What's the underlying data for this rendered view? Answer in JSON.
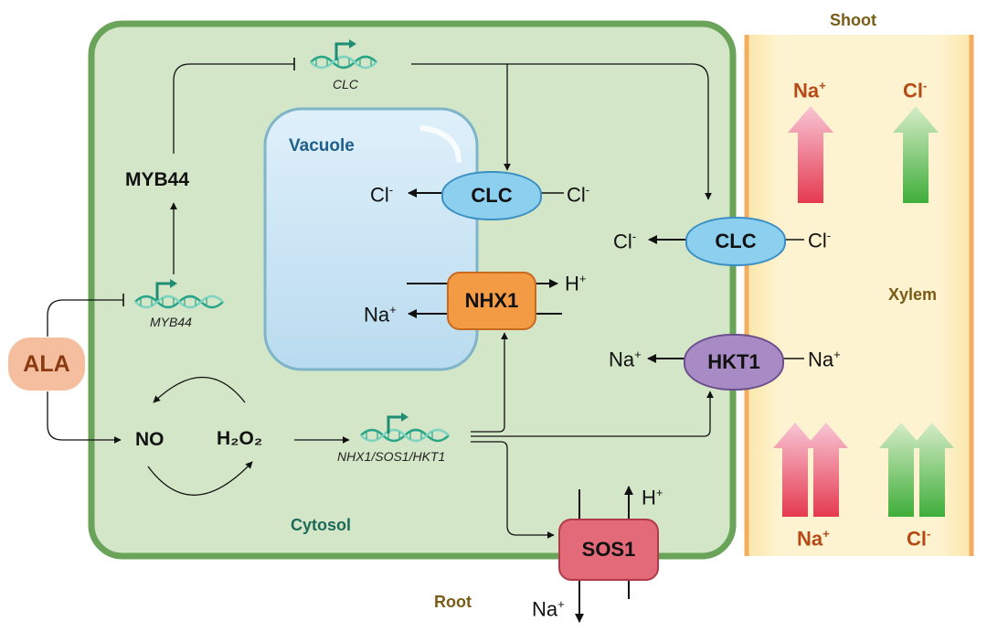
{
  "compartments": {
    "shoot": "Shoot",
    "root": "Root",
    "xylem": "Xylem",
    "vacuole": "Vacuole",
    "cytosol": "Cytosol"
  },
  "regulators": {
    "ala": "ALA",
    "myb44_protein": "MYB44",
    "no": "NO",
    "h2o2": "H₂O₂"
  },
  "genes": {
    "clc": "CLC",
    "myb44": "MYB44",
    "nhx1_sos1_hkt1": "NHX1/SOS1/HKT1"
  },
  "transporters": {
    "clc_tonoplast": "CLC",
    "nhx1": "NHX1",
    "clc_plasma": "CLC",
    "hkt1": "HKT1",
    "sos1": "SOS1"
  },
  "ions": {
    "cl": "Cl",
    "cl_charge": "-",
    "na": "Na",
    "na_charge": "+",
    "h": "H",
    "h_charge": "+"
  },
  "colors": {
    "cell_fill": "#d3e6c7",
    "cell_border": "#6aa35a",
    "vacuole_fill": "#cde4f3",
    "xylem_fill": "#fdf0c6",
    "ala_fill": "#f5bf9f",
    "clc_fill": "#8ccfef",
    "nhx1_fill": "#f39a45",
    "hkt1_fill": "#a88bc4",
    "sos1_fill": "#e36a79",
    "na_color": "#b54a16",
    "label_brown": "#7a5b17",
    "dna_green": "#2aa58a"
  }
}
